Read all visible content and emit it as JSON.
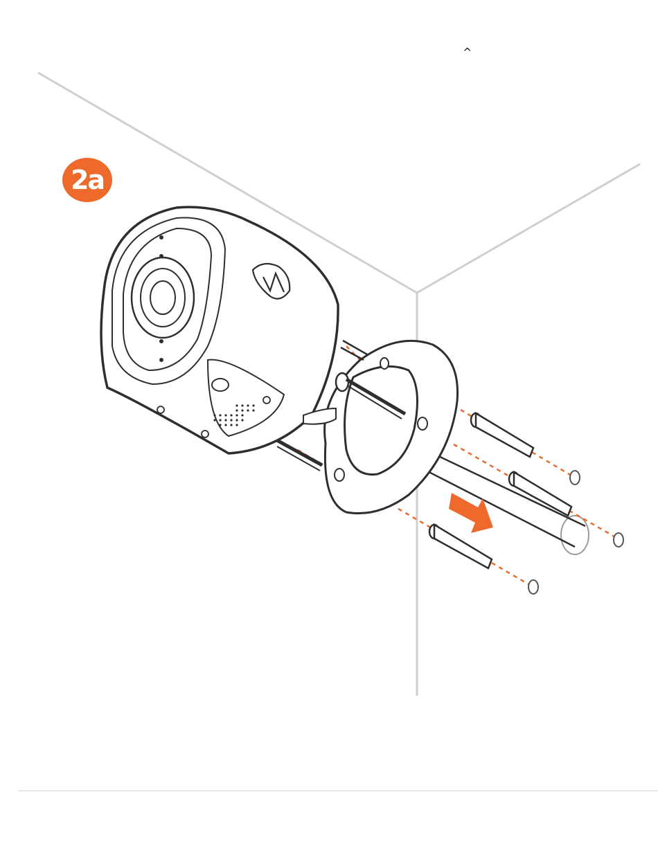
{
  "step": {
    "label": "2a"
  },
  "caret_glyph": "^",
  "colors": {
    "accent": "#ee6a2c",
    "outline": "#2e2e2e",
    "wall_lines": "#cfcfcf",
    "background": "#ffffff"
  },
  "icons": [
    "camera",
    "mounting-plate",
    "screw",
    "wall-anchor",
    "insertion-arrow"
  ]
}
